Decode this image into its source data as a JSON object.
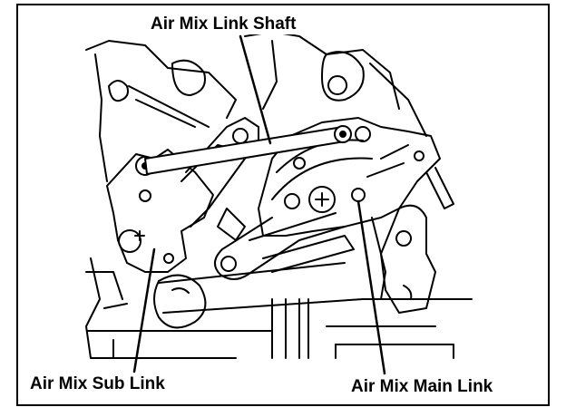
{
  "diagram": {
    "labels": {
      "link_shaft": "Air Mix Link Shaft",
      "sub_link": "Air Mix Sub Link",
      "main_link": "Air Mix Main Link"
    },
    "colors": {
      "ink": "#000000",
      "paper": "#ffffff"
    }
  }
}
